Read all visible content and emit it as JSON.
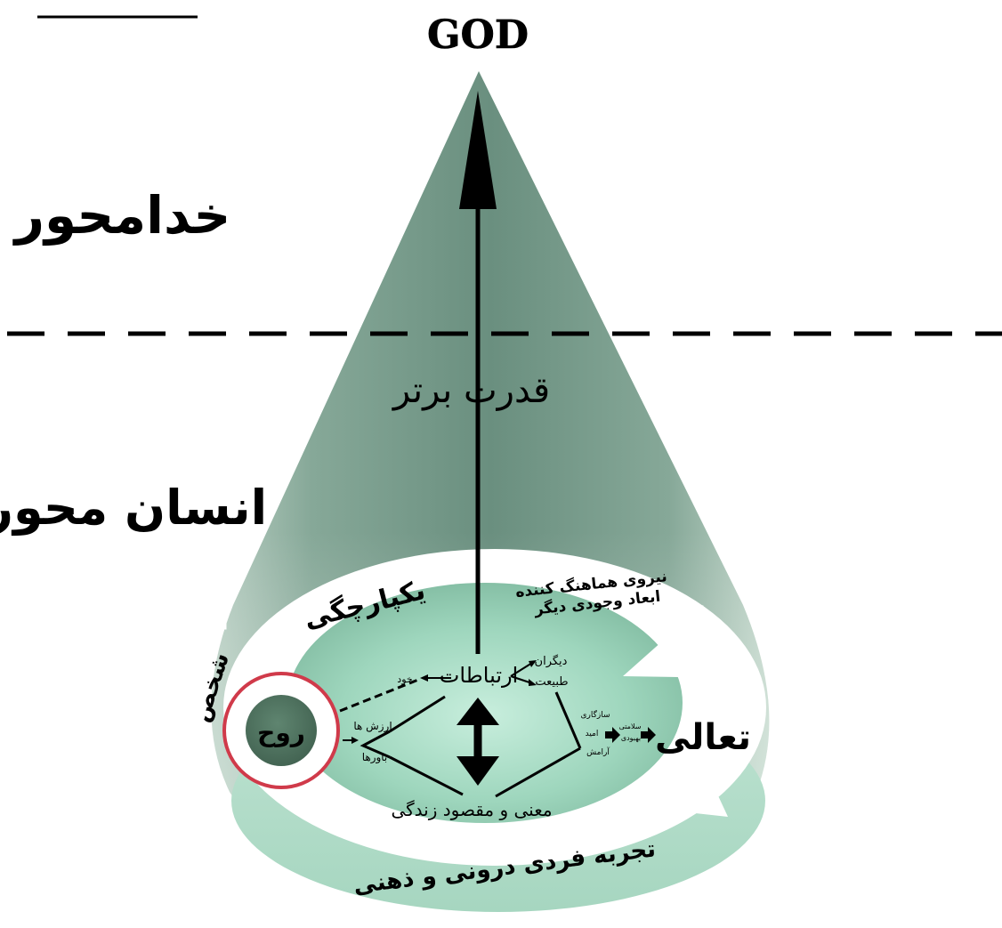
{
  "diagram": {
    "top_label": "GOD",
    "zone_upper": "خدامحور",
    "zone_lower": "انسان محور",
    "arrow_label": "قدرت برتر",
    "ring": {
      "top_left": "یکپارچگی",
      "top_right_line1": "نیروی هماهنگ کننده",
      "top_right_line2": "ابعاد وجودی دیگر",
      "bottom": "تجربه فردی درونی و ذهنی"
    },
    "person": {
      "label": "شخص",
      "core": "روح"
    },
    "inner": {
      "connections": "ارتباطات",
      "self": "خود",
      "others": "دیگران",
      "nature": "طبیعت",
      "values": "ارزش ها",
      "beliefs": "باورها",
      "meaning": "معنی و مقصود زندگی",
      "adaptation": "سازگاری",
      "hope": "امید",
      "calm": "آرامش",
      "health": "سلامتی",
      "recovery": "بهبودی",
      "transcendence": "تعالی"
    },
    "colors": {
      "cone": "#6f9484",
      "inner_disc": "#8dc4ac",
      "ring": "#ffffff",
      "person_border": "#d03a4a",
      "core": "#4d6e5c",
      "ink": "#000000"
    }
  }
}
